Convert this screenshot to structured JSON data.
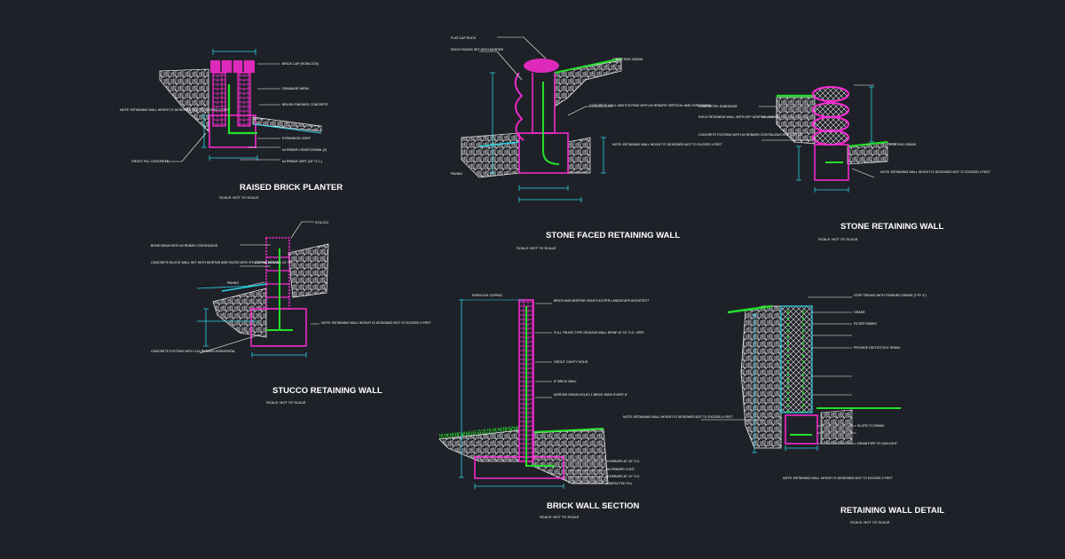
{
  "colors": {
    "background": "#1f2128",
    "wall": "#ff2bd6",
    "rebar": "#22e02a",
    "dimension": "#28d4e8",
    "leader": "#ffffff",
    "hatch": "#e6e6e6"
  },
  "details": [
    {
      "id": "raised-brick-planter",
      "title": "RAISED BRICK PLANTER",
      "scale": "SCALE: NOT TO SCALE",
      "labels": [
        "BRICK CAP (ROWLOCK)",
        "DRAINAGE MESH",
        "BRUSH FINISHED CONCRETE",
        "EXPANSION JOINT",
        "#4 REBAR LONGITUDINAL (2)",
        "#4 REBAR VERT (18\" O.C.)",
        "NOTE: RETAINING WALL HEIGHT IS DESIGNED NOT TO EXCEED 4 FEET",
        "GROUT FILL CONCRETE"
      ]
    },
    {
      "id": "stone-faced-retaining-wall",
      "title": "STONE FACED RETAINING WALL",
      "scale": "SCALE: NOT TO SCALE",
      "labels": [
        "FLAT CAP ROCK",
        "ROCK FACING SET WITH MORTAR",
        "EXISTING GRADE",
        "CONCRETE WALL AND FOOTING WITH #4 REBARS VERTICAL AND HORIZONTAL",
        "NOTE: RETAINING WALL HEIGHT IS DESIGNED NOT TO EXCEED 4 FEET",
        "PAVING"
      ]
    },
    {
      "id": "stone-retaining-wall",
      "title": "STONE RETAINING WALL",
      "scale": "SCALE: NOT TO SCALE",
      "labels": [
        "COMPACTED SUBGRADE",
        "ROCK RETAINING WALL WITH DRY MORTAR JOINTS",
        "CONCRETE FOOTING WITH #4 REBARS CONTINUOUS HORIZONTAL",
        "EXISTING GRADE",
        "NOTE: RETAINING WALL HEIGHT IS DESIGNED NOT TO EXCEED 4 FEET"
      ]
    },
    {
      "id": "stucco-retaining-wall",
      "title": "STUCCO RETAINING WALL",
      "scale": "SCALE: NOT TO SCALE",
      "labels": [
        "STUCCO",
        "BOND BEAM WITH #4 REBAR CONTINUOUS",
        "CONCRETE BLOCK WALL SET WITH MORTAR AND FACED WITH STUCCO #4 REBARS 24\" O.C.",
        "COPING DETAIL",
        "PAVING",
        "NOTE: RETAINING WALL HEIGHT IS DESIGNED NOT TO EXCEED 4 FEET",
        "CONCRETE FOOTING WITH 3 #4 REBARS HORIZONTAL"
      ]
    },
    {
      "id": "brick-wall-section",
      "title": "BRICK WALL SECTION",
      "scale": "SCALE: NOT TO SCALE",
      "labels": [
        "ROWLOCK COPING",
        "BRICK AND MORTAR JOINTS AS PER LANDSCAPE ARCHITECT",
        "FULL TRUSS-TYPE GROUND WALL REINF AT 16\" O.C. VERT.",
        "GROUT CAVITY SOLID",
        "8\" BRICK WALL",
        "MORTAR DRAIN HOLES 1 BRICK WIDE EVERY 8'",
        "NOTE: RETAINING WALL HEIGHT IS DESIGNED NOT TO EXCEED 4 FEET",
        "#4 REBARS AT 16\" O.C.",
        "3#4 REBARS CONT.",
        "#4 REBARS AT 12\" O.C.",
        "COMPACTED FILL"
      ]
    },
    {
      "id": "retaining-wall-detail",
      "title": "RETAINING WALL DETAIL",
      "scale": "SCALE: NOT TO SCALE",
      "labels": [
        "STEP TREADS WITH FINISHED GRADE (TYP. 4\")",
        "GRADE",
        "FILTER FABRIC",
        "PROVIDE GEOTEXTILE DRAIN",
        "NOTE: RETAINING WALL HEIGHT IS DESIGNED NOT TO EXCEED 4 FEET",
        "SLOPE TO DRAIN",
        "DRAIN PIPE TO DAYLIGHT"
      ]
    }
  ]
}
